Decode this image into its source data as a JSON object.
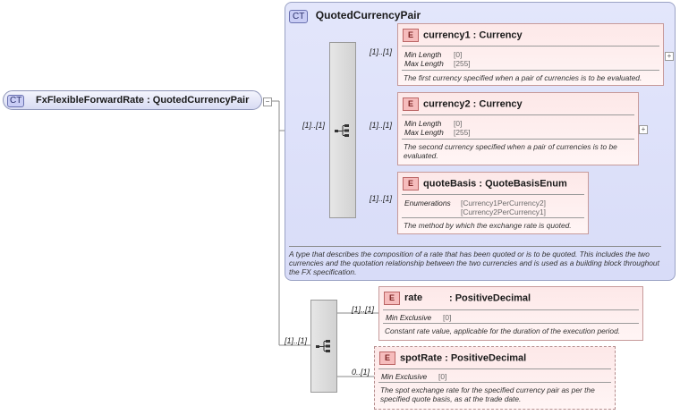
{
  "root": {
    "badge": "CT",
    "name": "FxFlexibleForwardRate",
    "type": "QuotedCurrencyPair",
    "label": "FxFlexibleForwardRate : QuotedCurrencyPair"
  },
  "complex_type": {
    "badge": "CT",
    "name": "QuotedCurrencyPair",
    "description": "A type that describes the composition of a rate that has been quoted or is to be quoted. This includes the two currencies and the quotation relationship between the two currencies and is used as a building block throughout the FX specification.",
    "sequence_multiplicity": "[1]..[1]",
    "elements": [
      {
        "badge": "E",
        "name": "currency1",
        "type": ": Currency",
        "multiplicity": "[1]..[1]",
        "facets": [
          {
            "label": "Min Length",
            "value": "[0]"
          },
          {
            "label": "Max Length",
            "value": "[255]"
          }
        ],
        "description": "The first currency specified when a pair of currencies is to be evaluated."
      },
      {
        "badge": "E",
        "name": "currency2",
        "type": ": Currency",
        "multiplicity": "[1]..[1]",
        "facets": [
          {
            "label": "Min Length",
            "value": "[0]"
          },
          {
            "label": "Max Length",
            "value": "[255]"
          }
        ],
        "description": "The second currency specified when a pair of currencies is to be evaluated."
      },
      {
        "badge": "E",
        "name": "quoteBasis",
        "type": ": QuoteBasisEnum",
        "multiplicity": "[1]..[1]",
        "facets": [
          {
            "label": "Enumerations",
            "value": "[Currency1PerCurrency2]\n[Currency2PerCurrency1]"
          }
        ],
        "description": "The method by which the exchange rate is quoted."
      }
    ]
  },
  "extension": {
    "sequence_multiplicity": "[1]..[1]",
    "elements": [
      {
        "badge": "E",
        "name": "rate",
        "type": ": PositiveDecimal",
        "multiplicity": "[1]..[1]",
        "facets": [
          {
            "label": "Min Exclusive",
            "value": "[0]"
          }
        ],
        "description": "Constant rate value, applicable for the duration of the execution period."
      },
      {
        "badge": "E",
        "name": "spotRate",
        "type": ": PositiveDecimal",
        "multiplicity": "0..[1]",
        "facets": [
          {
            "label": "Min Exclusive",
            "value": "[0]"
          }
        ],
        "description": "The spot exchange rate for the specified currency pair as per the specified quote basis, as at the trade date."
      }
    ]
  },
  "icons": {
    "collapse": "minus",
    "expand": "plus",
    "sequence": "sequence-compositor-icon"
  },
  "colors": {
    "element_fill": "#fde8e8",
    "element_border": "#c79a9a",
    "type_fill": "#dde0fa",
    "type_border": "#9aa2c4",
    "badge_fill": "#f6bcbc"
  }
}
